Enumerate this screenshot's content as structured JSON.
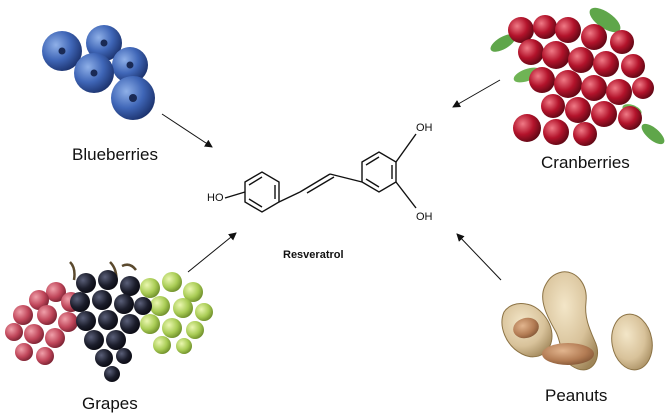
{
  "labels": {
    "blueberries": "Blueberries",
    "cranberries": "Cranberries",
    "grapes": "Grapes",
    "peanuts": "Peanuts",
    "molecule": "Resveratrol"
  },
  "atoms": {
    "left_oh": "HO",
    "top_oh": "OH",
    "bottom_oh": "OH"
  },
  "colors": {
    "blueberry": "#3f66b7",
    "cranberry": "#b3132b",
    "grape_red": "#c0465a",
    "grape_dark": "#1c1e2c",
    "grape_green": "#a9cc55",
    "peanut_shell": "#d8c29a",
    "peanut_kernel": "#b37c54",
    "leaf": "#5fa64a"
  },
  "icons": [
    "blueberries-photo",
    "cranberries-photo",
    "grapes-photo",
    "peanuts-photo",
    "resveratrol-structure"
  ]
}
